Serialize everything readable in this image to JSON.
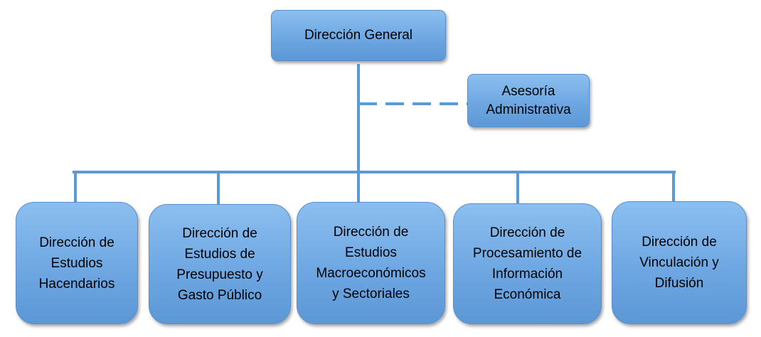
{
  "chart": {
    "root": {
      "label": "Dirección General"
    },
    "advisory": {
      "label": "Asesoría\nAdministrativa"
    },
    "units": [
      {
        "label": "Dirección de\nEstudios\nHacendarios"
      },
      {
        "label": "Dirección de\nEstudios de\nPresupuesto y\nGasto Público"
      },
      {
        "label": "Dirección de\nEstudios\nMacroeconómicos\ny Sectoriales"
      },
      {
        "label": "Dirección de\nProcesamiento de\nInformación\nEconómica"
      },
      {
        "label": "Dirección de\nVinculación y\nDifusión"
      }
    ]
  },
  "colors": {
    "box_fill": "#6ea7e2",
    "connector": "#5b9bd5"
  }
}
